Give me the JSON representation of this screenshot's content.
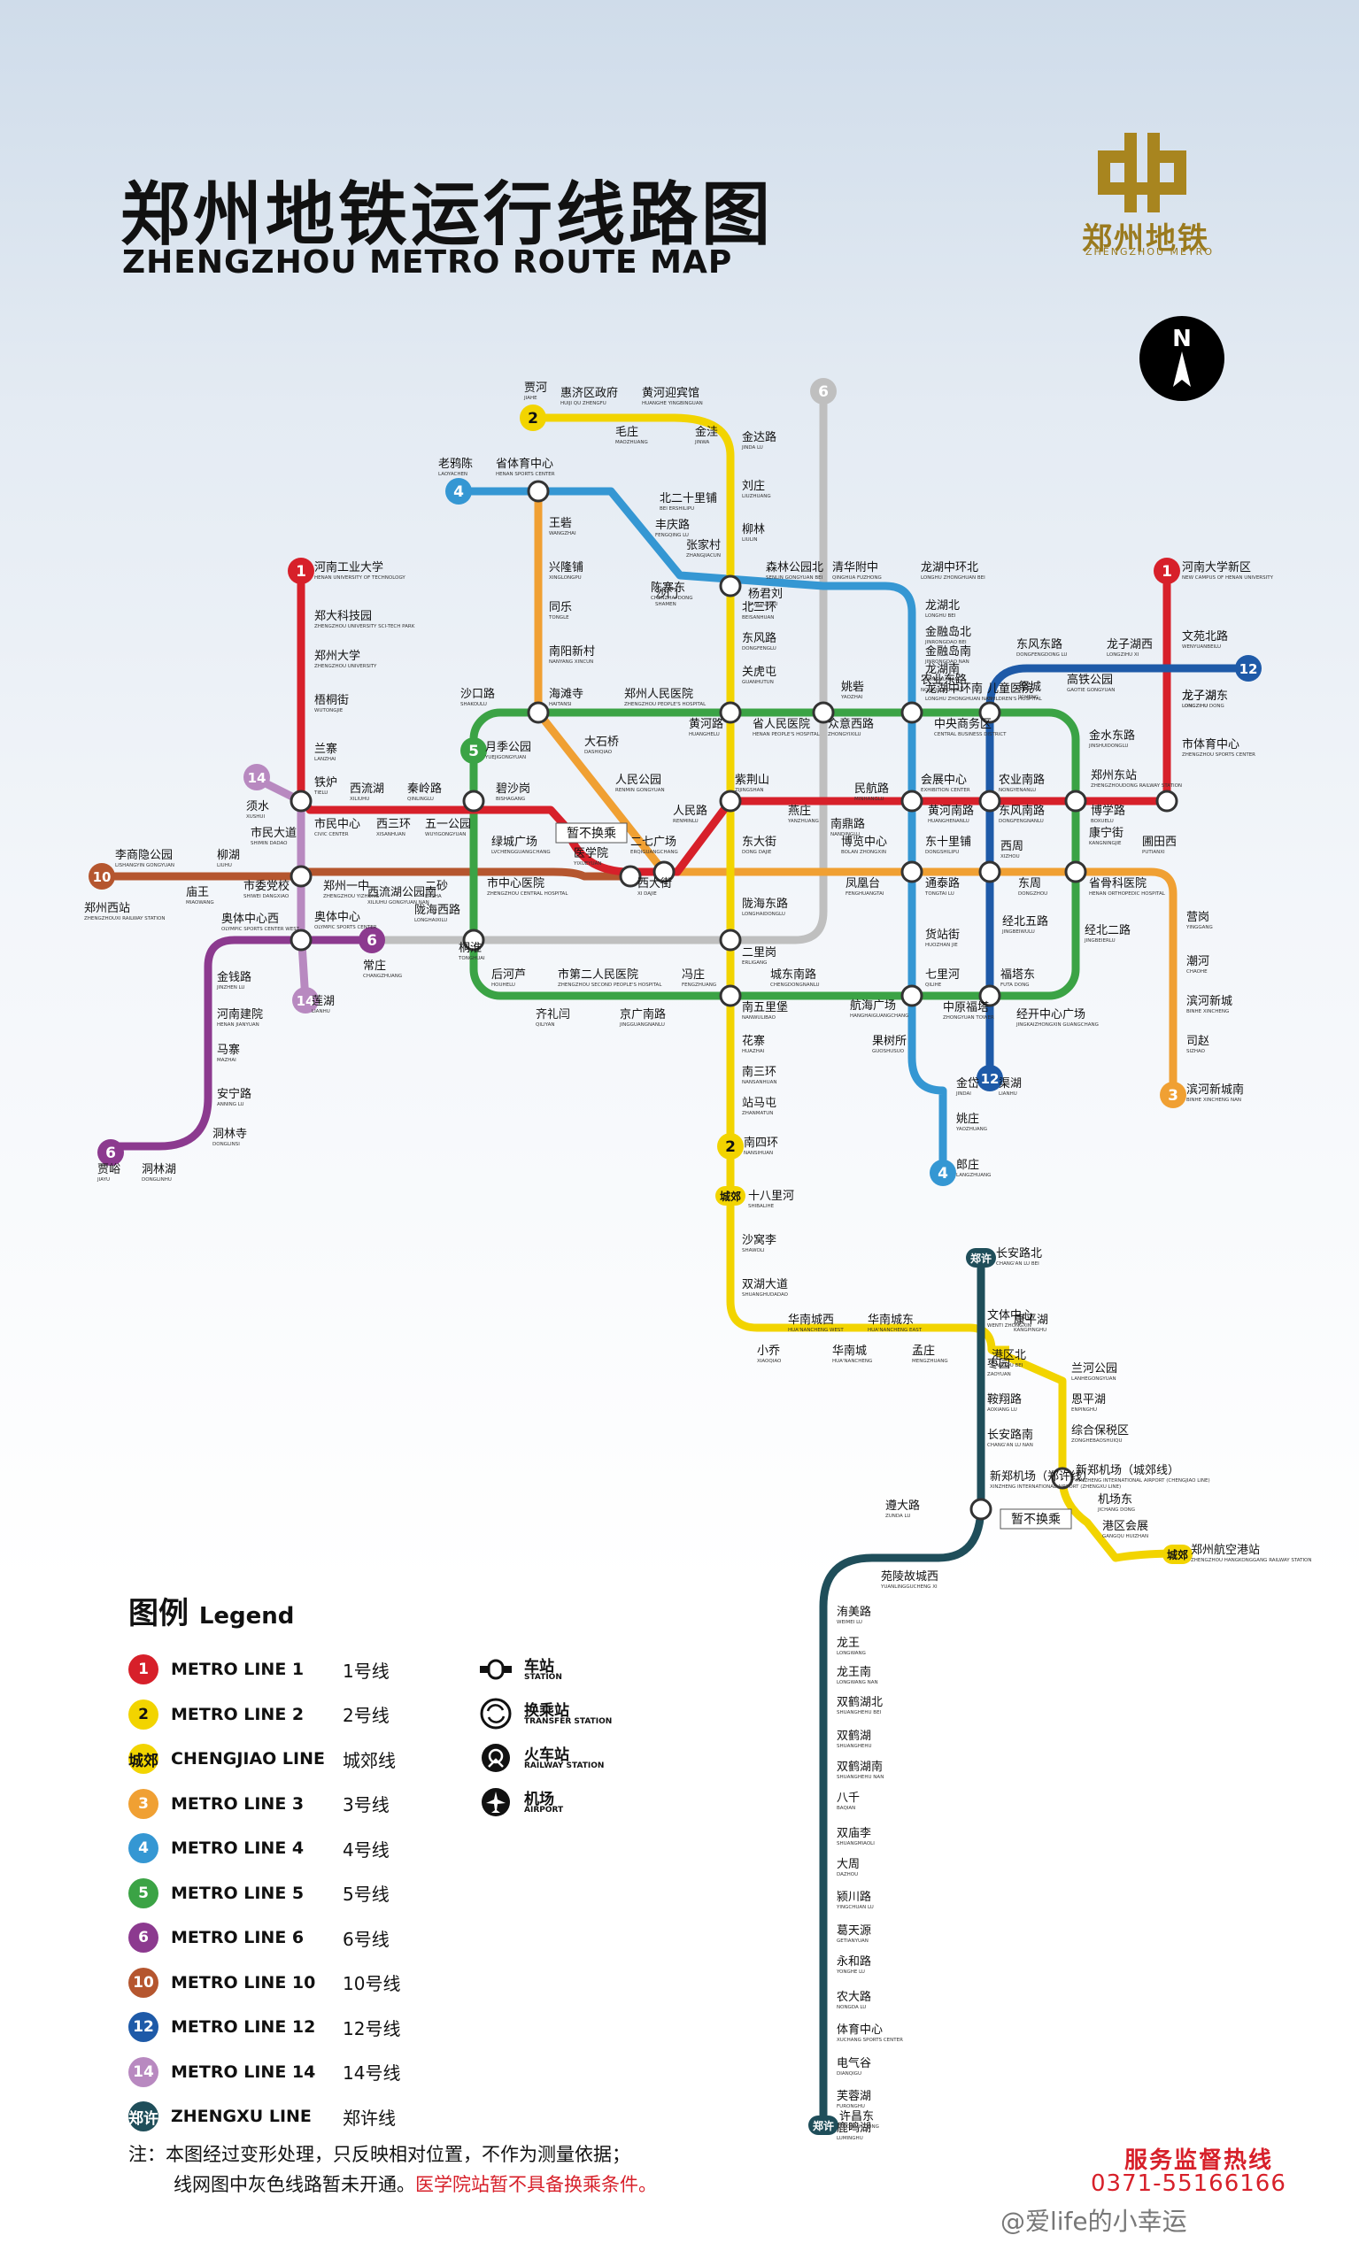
{
  "title_cn": "郑州地铁运行线路图",
  "title_en": "ZHENGZHOU METRO ROUTE MAP",
  "brand": {
    "name_cn": "郑州地铁",
    "name_en": "ZHENGZHOU METRO"
  },
  "compass": "N",
  "colors": {
    "line1": "#d7202a",
    "line2": "#f2d400",
    "chengjiao": "#f2d400",
    "line3": "#f0a033",
    "line4": "#3597d3",
    "line5": "#3ba345",
    "line6": "#8c3a8f",
    "line10": "#b5562f",
    "line12": "#1e5aa8",
    "line14": "#b889c0",
    "zhengxu": "#1f4e5a",
    "planned": "#bfbfbf"
  },
  "lines": [
    {
      "id": "1",
      "badge": "1",
      "color": "#d7202a"
    },
    {
      "id": "2",
      "badge": "2",
      "color": "#f2d400"
    },
    {
      "id": "3",
      "badge": "3",
      "color": "#f0a033"
    },
    {
      "id": "4",
      "badge": "4",
      "color": "#3597d3"
    },
    {
      "id": "5",
      "badge": "5",
      "color": "#3ba345"
    },
    {
      "id": "6",
      "badge": "6",
      "color": "#8c3a8f"
    },
    {
      "id": "10",
      "badge": "10",
      "color": "#b5562f"
    },
    {
      "id": "12",
      "badge": "12",
      "color": "#1e5aa8"
    },
    {
      "id": "14",
      "badge": "14",
      "color": "#b889c0"
    },
    {
      "id": "chengjiao",
      "badge": "城郊",
      "color": "#f2d400"
    },
    {
      "id": "zhengxu",
      "badge": "郑许",
      "color": "#1f4e5a"
    }
  ],
  "stations": [
    {
      "cn": "河南工业大学",
      "en": "HENAN UNIVERSITY OF TECHNOLOGY"
    },
    {
      "cn": "郑大科技园",
      "en": "ZHENGZHOU UNIVERSITY SCI-TECH PARK"
    },
    {
      "cn": "郑州大学",
      "en": "ZHENGZHOU UNIVERSITY"
    },
    {
      "cn": "梧桐街",
      "en": "WUTONGJIE"
    },
    {
      "cn": "兰寨",
      "en": "LANZHAI"
    },
    {
      "cn": "铁炉",
      "en": "TIELU"
    },
    {
      "cn": "市民中心",
      "en": "CIVIC CENTER"
    },
    {
      "cn": "西流湖",
      "en": "XILIUHU"
    },
    {
      "cn": "西三环",
      "en": "XISANHUAN"
    },
    {
      "cn": "秦岭路",
      "en": "QINLINGLU"
    },
    {
      "cn": "五一公园",
      "en": "WUYIGONGYUAN"
    },
    {
      "cn": "碧沙岗",
      "en": "BISHAGANG"
    },
    {
      "cn": "绿城广场",
      "en": "LVCHENGGUANGCHANG"
    },
    {
      "cn": "医学院",
      "en": "YIXUEYUAN"
    },
    {
      "cn": "二七广场",
      "en": "ERQIGUANGCHANG"
    },
    {
      "cn": "人民路",
      "en": "RENMINLU"
    },
    {
      "cn": "紫荆山",
      "en": "ZIJINGSHAN"
    },
    {
      "cn": "燕庄",
      "en": "YANZHUANG"
    },
    {
      "cn": "民航路",
      "en": "MINHANGLU"
    },
    {
      "cn": "会展中心",
      "en": "EXHIBITION CENTER"
    },
    {
      "cn": "黄河南路",
      "en": "HUANGHENANLU"
    },
    {
      "cn": "农业南路",
      "en": "NONGYENANLU"
    },
    {
      "cn": "东风南路",
      "en": "DONGFENGNANLU"
    },
    {
      "cn": "郑州东站",
      "en": "ZHENGZHOUDONG RAILWAY STATION"
    },
    {
      "cn": "博学路",
      "en": "BOXUELU"
    },
    {
      "cn": "市体育中心",
      "en": "ZHENGZHOU SPORTS CENTER"
    },
    {
      "cn": "龙子湖",
      "en": "LONGZIHU"
    },
    {
      "cn": "文苑北路",
      "en": "WENYUANBEILU"
    },
    {
      "cn": "河南大学新区",
      "en": "NEW CAMPUS OF HENAN UNIVERSITY"
    },
    {
      "cn": "贾河",
      "en": "JIAHE"
    },
    {
      "cn": "惠济区政府",
      "en": "HUIJI QU ZHENGFU"
    },
    {
      "cn": "黄河迎宾馆",
      "en": "HUANGHE YINGBINGUAN"
    },
    {
      "cn": "毛庄",
      "en": "MAOZHUANG"
    },
    {
      "cn": "金洼",
      "en": "JINWA"
    },
    {
      "cn": "金达路",
      "en": "JINDA LU"
    },
    {
      "cn": "刘庄",
      "en": "LIUZHUANG"
    },
    {
      "cn": "柳林",
      "en": "LIULIN"
    },
    {
      "cn": "沙门",
      "en": "SHAMEN"
    },
    {
      "cn": "北三环",
      "en": "BEISANHUAN"
    },
    {
      "cn": "东风路",
      "en": "DONGFENGLU"
    },
    {
      "cn": "关虎屯",
      "en": "GUANHUTUN"
    },
    {
      "cn": "黄河路",
      "en": "HUANGHELU"
    },
    {
      "cn": "东大街",
      "en": "DONG DAJIE"
    },
    {
      "cn": "陇海东路",
      "en": "LONGHAIDONGLU"
    },
    {
      "cn": "二里岗",
      "en": "ERLIGANG"
    },
    {
      "cn": "南五里堡",
      "en": "NANWULIBAO"
    },
    {
      "cn": "花寨",
      "en": "HUAZHAI"
    },
    {
      "cn": "南三环",
      "en": "NANSANHUAN"
    },
    {
      "cn": "站马屯",
      "en": "ZHANMATUN"
    },
    {
      "cn": "南四环",
      "en": "NANSIHUAN"
    },
    {
      "cn": "十八里河",
      "en": "SHIBALIHE"
    },
    {
      "cn": "沙窝李",
      "en": "SHAWOLI"
    },
    {
      "cn": "双湖大道",
      "en": "SHUANGHUDADAO"
    },
    {
      "cn": "小乔",
      "en": "XIAOQIAO"
    },
    {
      "cn": "华南城西",
      "en": "HUA'NANCHENG WEST"
    },
    {
      "cn": "华南城",
      "en": "HUA'NANCHENG"
    },
    {
      "cn": "华南城东",
      "en": "HUA'NANCHENG EAST"
    },
    {
      "cn": "孟庄",
      "en": "MENGZHUANG"
    },
    {
      "cn": "港区北",
      "en": "GANGQU BEI"
    },
    {
      "cn": "康平湖",
      "en": "KANGPINGHU"
    },
    {
      "cn": "兰河公园",
      "en": "LANHEGONGYUAN"
    },
    {
      "cn": "恩平湖",
      "en": "ENPINGHU"
    },
    {
      "cn": "综合保税区",
      "en": "ZONGHEBAOSHUIQU"
    },
    {
      "cn": "新郑机场（城郊线）",
      "en": "XINZHENG INTERNATIONAL AIRPORT (CHENGJIAO LINE)"
    },
    {
      "cn": "机场东",
      "en": "JICHANG DONG"
    },
    {
      "cn": "港区会展",
      "en": "GANGQU HUIZHAN"
    },
    {
      "cn": "郑州航空港站",
      "en": "ZHENGZHOU HANGKONGGANG RAILWAY STATION"
    },
    {
      "cn": "老鸦陈",
      "en": "LAOYACHEN"
    },
    {
      "cn": "省体育中心",
      "en": "HENAN SPORTS CENTER"
    },
    {
      "cn": "北二十里铺",
      "en": "BEI ERSHILIPU"
    },
    {
      "cn": "丰庆路",
      "en": "FENGQING LU"
    },
    {
      "cn": "张家村",
      "en": "ZHANGJIACUN"
    },
    {
      "cn": "陈寨东",
      "en": "CHENZHAI DONG"
    },
    {
      "cn": "杨君刘",
      "en": "YANGJUNLIU"
    },
    {
      "cn": "森林公园北",
      "en": "SENLIN GONGYUAN BEI"
    },
    {
      "cn": "清华附中",
      "en": "QINGHUA FUZHONG"
    },
    {
      "cn": "龙湖中环北",
      "en": "LONGHU ZHONGHUAN BEI"
    },
    {
      "cn": "龙湖北",
      "en": "LONGHU BEI"
    },
    {
      "cn": "金融岛北",
      "en": "JINRONGDAO BEI"
    },
    {
      "cn": "金融岛南",
      "en": "JINRONGDAO NAN"
    },
    {
      "cn": "龙湖南",
      "en": "LONGHU NAN"
    },
    {
      "cn": "龙湖中环南",
      "en": "LONGHU ZHONGHUAN NAN"
    },
    {
      "cn": "农业东路",
      "en": "NONGYE DONGLU"
    },
    {
      "cn": "儿童医院",
      "en": "CHILDREN'S HOSPITAL"
    },
    {
      "cn": "中央商务区",
      "en": "CENTRAL BUSINESS DISTRICT"
    },
    {
      "cn": "众意西路",
      "en": "ZHONGYIXILU"
    },
    {
      "cn": "南鼎路",
      "en": "NANDINGLU"
    },
    {
      "cn": "东十里铺",
      "en": "DONGSHILIPU"
    },
    {
      "cn": "通泰路",
      "en": "TONGTAI LU"
    },
    {
      "cn": "货站街",
      "en": "HUOZHAN JIE"
    },
    {
      "cn": "七里河",
      "en": "QILIHE"
    },
    {
      "cn": "中原福塔",
      "en": "ZHONGYUAN TOWER"
    },
    {
      "cn": "金岱",
      "en": "JINDAI"
    },
    {
      "cn": "姚庄",
      "en": "YAOZHUANG"
    },
    {
      "cn": "郎庄",
      "en": "LANGZHUANG"
    },
    {
      "cn": "王砦",
      "en": "WANGZHAI"
    },
    {
      "cn": "兴隆铺",
      "en": "XINGLONGPU"
    },
    {
      "cn": "同乐",
      "en": "TONGLE"
    },
    {
      "cn": "南阳新村",
      "en": "NANYANG XINCUN"
    },
    {
      "cn": "海滩寺",
      "en": "HAITANSI"
    },
    {
      "cn": "大石桥",
      "en": "DASHIQIAO"
    },
    {
      "cn": "人民公园",
      "en": "RENMIN GONGYUAN"
    },
    {
      "cn": "西大街",
      "en": "XI DAJIE"
    },
    {
      "cn": "郑州东站·",
      "en": ""
    },
    {
      "cn": "博览中心",
      "en": "BOLAN ZHONGXIN"
    },
    {
      "cn": "凤凰台",
      "en": "FENGHUANGTAI"
    },
    {
      "cn": "经北二路",
      "en": "JINGBEIERLU"
    },
    {
      "cn": "营岗",
      "en": "YINGGANG"
    },
    {
      "cn": "潮河",
      "en": "CHAOHE"
    },
    {
      "cn": "滨河新城",
      "en": "BINHE XINCHENG"
    },
    {
      "cn": "司赵",
      "en": "SIZHAO"
    },
    {
      "cn": "滨河新城南",
      "en": "BINHE XINCHENG NAN"
    },
    {
      "cn": "沙口路",
      "en": "SHAKOULU"
    },
    {
      "cn": "郑州人民医院",
      "en": "ZHENGZHOU PEOPLE'S HOSPITAL"
    },
    {
      "cn": "省人民医院",
      "en": "HENAN PEOPLE'S HOSPITAL"
    },
    {
      "cn": "姚砦",
      "en": "YAOZHAI"
    },
    {
      "cn": "祭城",
      "en": "JICHENG"
    },
    {
      "cn": "金水东路",
      "en": "JINSHUIDONGLU"
    },
    {
      "cn": "康宁街",
      "en": "KANGNINGJIE"
    },
    {
      "cn": "月季公园",
      "en": "YUEJIGONGYUAN"
    },
    {
      "cn": "市中心医院",
      "en": "ZHENGZHOU CENTRAL HOSPITAL"
    },
    {
      "cn": "桐淮",
      "en": "TONGHUAI"
    },
    {
      "cn": "后河芦",
      "en": "HOUHELU"
    },
    {
      "cn": "齐礼闫",
      "en": "QILIYAN"
    },
    {
      "cn": "市第二人民医院",
      "en": "ZHENGZHOU SECOND PEOPLE'S HOSPITAL"
    },
    {
      "cn": "京广南路",
      "en": "JINGGUANGNANLU"
    },
    {
      "cn": "冯庄",
      "en": "FENGZHUANG"
    },
    {
      "cn": "城东南路",
      "en": "CHENGDONGNANLU"
    },
    {
      "cn": "航海广场",
      "en": "HANGHAIGUANGCHANG"
    },
    {
      "cn": "果树所",
      "en": "GUOSHUSUO"
    },
    {
      "cn": "经开中心广场",
      "en": "JINGKAIZHONGXIN GUANGCHANG"
    },
    {
      "cn": "福塔东",
      "en": "FUTA DONG"
    },
    {
      "cn": "东周",
      "en": "DONGZHOU"
    },
    {
      "cn": "经北五路",
      "en": "JINGBEIWULU"
    },
    {
      "cn": "省骨科医院",
      "en": "HENAN ORTHOPEDIC HOSPITAL"
    },
    {
      "cn": "须水",
      "en": "XUSHUI"
    },
    {
      "cn": "市民大道",
      "en": "SHIMIN DADAO"
    },
    {
      "cn": "柳湖",
      "en": "LIUHU"
    },
    {
      "cn": "庙王",
      "en": "MIAOWANG"
    },
    {
      "cn": "李商隐公园",
      "en": "LISHANGYIN GONGYUAN"
    },
    {
      "cn": "郑州西站",
      "en": "ZHENGZHOUXI RAILWAY STATION"
    },
    {
      "cn": "市委党校",
      "en": "SHIWEI DANGXIAO"
    },
    {
      "cn": "郑州一中",
      "en": "ZHENGZHOU YIZHONG"
    },
    {
      "cn": "西流湖公园南",
      "en": "XILIUHU GONGYUAN NAN"
    },
    {
      "cn": "二砂",
      "en": "ERSHA"
    },
    {
      "cn": "陇海西路",
      "en": "LONGHAIXILU"
    },
    {
      "cn": "奥体中心",
      "en": "OLYMPIC SPORTS CENTER"
    },
    {
      "cn": "奥体中心西",
      "en": "OLYMPIC SPORTS CENTER WEST"
    },
    {
      "cn": "常庄",
      "en": "CHANGZHUANG"
    },
    {
      "cn": "莲湖",
      "en": "LIANHU"
    },
    {
      "cn": "金钱路",
      "en": "JINZHEN LU"
    },
    {
      "cn": "河南建院",
      "en": "HENAN JIANYUAN"
    },
    {
      "cn": "马寨",
      "en": "MAZHAI"
    },
    {
      "cn": "安宁路",
      "en": "ANNING LU"
    },
    {
      "cn": "洞林寺",
      "en": "DONGLINSI"
    },
    {
      "cn": "洞林湖",
      "en": "DONGLINHU"
    },
    {
      "cn": "贾峪",
      "en": "JIAYU"
    },
    {
      "cn": "东风东路",
      "en": "DONGFENGDONG LU"
    },
    {
      "cn": "龙子湖西",
      "en": "LONGZIHU XI"
    },
    {
      "cn": "高铁公园",
      "en": "GAOTIE GONGYUAN"
    },
    {
      "cn": "龙子湖东",
      "en": "LONGZIHU DONG"
    },
    {
      "cn": "西周",
      "en": "XIZHOU"
    },
    {
      "cn": "圃田西",
      "en": "PUTIANXI"
    },
    {
      "cn": "渠湖",
      "en": "LIANHU"
    },
    {
      "cn": "长安路北",
      "en": "CHANG'AN LU BEI"
    },
    {
      "cn": "文体中心",
      "en": "WENTI ZHONGXIN"
    },
    {
      "cn": "枣园",
      "en": "ZAOYUAN"
    },
    {
      "cn": "鞍翔路",
      "en": "AOXIANG LU"
    },
    {
      "cn": "长安路南",
      "en": "CHANG'AN LU NAN"
    },
    {
      "cn": "新郑机场（郑许线）",
      "en": "XINZHENG INTERNATIONAL AIRPORT (ZHENGXU LINE)"
    },
    {
      "cn": "遵大路",
      "en": "ZUNDA LU"
    },
    {
      "cn": "苑陵故城西",
      "en": "YUANLINGGUCHENG XI"
    },
    {
      "cn": "洧美路",
      "en": "WEIMEI LU"
    },
    {
      "cn": "龙王",
      "en": "LONGWANG"
    },
    {
      "cn": "龙王南",
      "en": "LONGWANG NAN"
    },
    {
      "cn": "双鹤湖北",
      "en": "SHUANGHEHU BEI"
    },
    {
      "cn": "双鹤湖",
      "en": "SHUANGHEHU"
    },
    {
      "cn": "双鹤湖南",
      "en": "SHUANGHEHU NAN"
    },
    {
      "cn": "八千",
      "en": "BAQIAN"
    },
    {
      "cn": "双庙李",
      "en": "SHUANGMIAOLI"
    },
    {
      "cn": "大周",
      "en": "DAZHOU"
    },
    {
      "cn": "颍川路",
      "en": "YINGCHUAN LU"
    },
    {
      "cn": "葛天源",
      "en": "GETIANYUAN"
    },
    {
      "cn": "永和路",
      "en": "YONGHE LU"
    },
    {
      "cn": "农大路",
      "en": "NONGDA LU"
    },
    {
      "cn": "体育中心",
      "en": "XUCHANG SPORTS CENTER"
    },
    {
      "cn": "电气谷",
      "en": "DIANQIGU"
    },
    {
      "cn": "芙蓉湖",
      "en": "FURONGHU"
    },
    {
      "cn": "鹿鸣湖",
      "en": "LUMINGHU"
    },
    {
      "cn": "许昌东",
      "en": "XUCHANGDONG"
    }
  ],
  "annotations": {
    "transfer_note_top": "暂不换乘",
    "transfer_note_bottom": "暂不换乘"
  },
  "legend": {
    "title_cn": "图例",
    "title_en": "Legend",
    "items": [
      {
        "badge": "1",
        "en": "METRO LINE 1",
        "cn": "1号线",
        "color": "#d7202a"
      },
      {
        "badge": "2",
        "en": "METRO LINE 2",
        "cn": "2号线",
        "color": "#f2d400"
      },
      {
        "badge": "城郊",
        "en": "CHENGJIAO LINE",
        "cn": "城郊线",
        "color": "#f2d400"
      },
      {
        "badge": "3",
        "en": "METRO LINE 3",
        "cn": "3号线",
        "color": "#f0a033"
      },
      {
        "badge": "4",
        "en": "METRO LINE 4",
        "cn": "4号线",
        "color": "#3597d3"
      },
      {
        "badge": "5",
        "en": "METRO LINE 5",
        "cn": "5号线",
        "color": "#3ba345"
      },
      {
        "badge": "6",
        "en": "METRO LINE 6",
        "cn": "6号线",
        "color": "#8c3a8f"
      },
      {
        "badge": "10",
        "en": "METRO LINE 10",
        "cn": "10号线",
        "color": "#b5562f"
      },
      {
        "badge": "12",
        "en": "METRO LINE 12",
        "cn": "12号线",
        "color": "#1e5aa8"
      },
      {
        "badge": "14",
        "en": "METRO LINE 14",
        "cn": "14号线",
        "color": "#b889c0"
      },
      {
        "badge": "郑许",
        "en": "ZHENGXU LINE",
        "cn": "郑许线",
        "color": "#1f4e5a"
      }
    ],
    "symbols": [
      {
        "icon": "station-icon",
        "cn": "车站",
        "en": "STATION"
      },
      {
        "icon": "transfer-station-icon",
        "cn": "换乘站",
        "en": "TRANSFER STATION"
      },
      {
        "icon": "railway-station-icon",
        "cn": "火车站",
        "en": "RAILWAY STATION"
      },
      {
        "icon": "airport-icon",
        "cn": "机场",
        "en": "AIRPORT"
      }
    ]
  },
  "notes": {
    "line1": "注：本图经过变形处理，只反映相对位置，不作为测量依据；",
    "line2_a": "线网图中灰色线路暂未开通。",
    "line2_b": "医学院站暂不具备换乘条件。"
  },
  "hotline": {
    "label": "服务监督热线",
    "number": "0371-55166166"
  },
  "watermark": "@爱life的小幸运"
}
